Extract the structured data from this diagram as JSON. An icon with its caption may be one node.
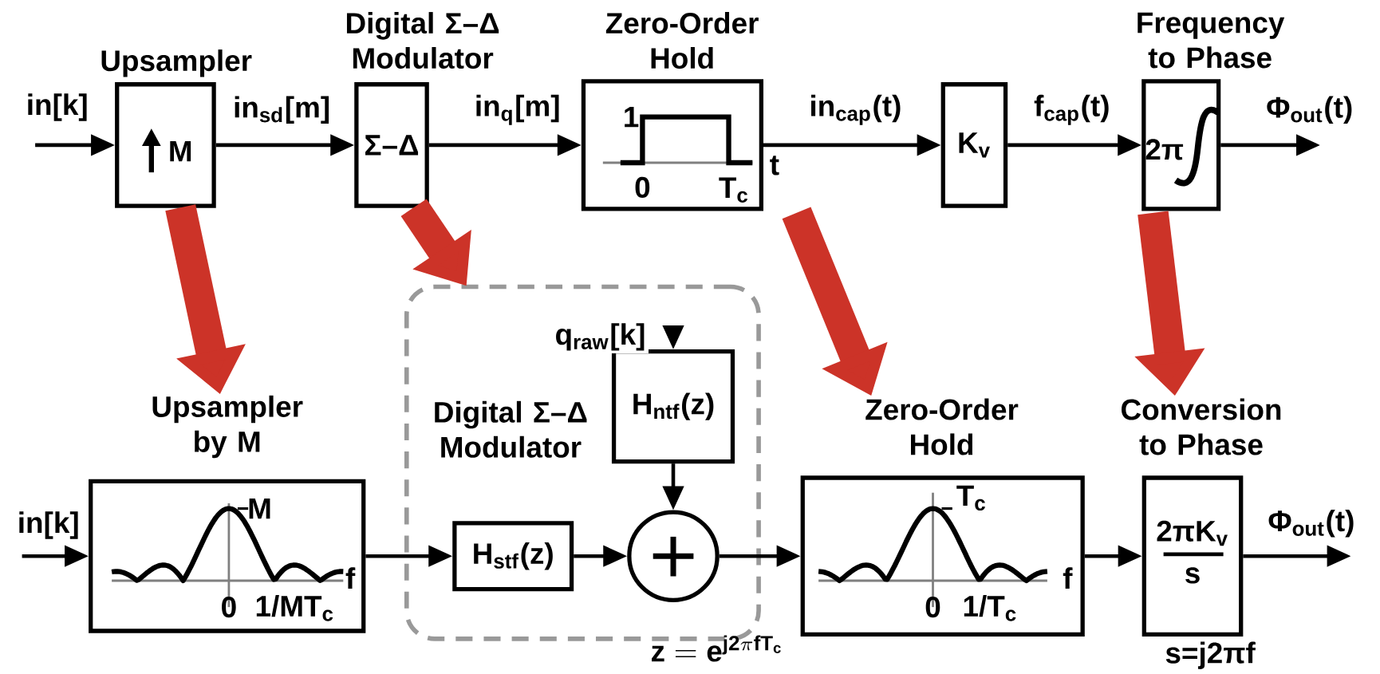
{
  "diagram": {
    "nodes": [
      {
        "text": [
          "Upsampler",
          "M"
        ]
      },
      {
        "text": [
          "Digital Σ–Δ Modulator",
          "Σ–Δ"
        ]
      },
      {
        "text": [
          "Zero-Order Hold",
          "1",
          "t",
          "0",
          "T$_{c}$"
        ]
      },
      {
        "text": [
          "K$_{v}$"
        ]
      },
      {
        "text": [
          "Frequency to Phase",
          "2π"
        ]
      },
      {
        "text": [
          "Upsampler by M",
          "M",
          "f",
          "0",
          "1/MT$_{c}$"
        ]
      },
      {
        "text": [
          "Digital Σ–Δ Modulator"
        ],
        "beside": [
          "\\mathbf{z=e^{j2\\pi fT_c}}"
        ]
      },
      {
        "text": [
          "H$_{ntf}$(z)"
        ],
        "in": 6
      },
      {
        "text": [
          "H$_{stf}$(z)"
        ],
        "in": 6
      },
      {
        "text": [],
        "shape": "circle",
        "in": 6
      },
      {
        "text": [
          "Zero-Order Hold",
          "T$_{c}$",
          "f",
          "0",
          "1/T$_{c}$"
        ]
      },
      {
        "text": [
          "Conversion to Phase",
          "2πK$_{v}$",
          "s"
        ],
        "beside": [
          "s=j2πf"
        ]
      }
    ],
    "edges": [
      {
        "from": null,
        "to": 0,
        "arrow": "to",
        "label": "in[k]"
      },
      {
        "from": 0,
        "to": 1,
        "arrow": "to",
        "label": "in$_{sd}$[m]"
      },
      {
        "from": 1,
        "to": 2,
        "arrow": "to",
        "label": "in$_{q}$[m]"
      },
      {
        "from": 2,
        "to": 3,
        "arrow": "to",
        "label": "in$_{cap}$(t)"
      },
      {
        "from": 3,
        "to": 4,
        "arrow": "to",
        "label": "f$_{cap}$(t)"
      },
      {
        "from": 4,
        "to": null,
        "arrow": "to",
        "label": "Φ$_{out}$(t)"
      },
      {
        "from": 0,
        "to": 5,
        "arrow": "to",
        "style": "thick",
        "color": "#cc3328"
      },
      {
        "from": 1,
        "to": 6,
        "arrow": "to",
        "style": "thick",
        "color": "#cc3328"
      },
      {
        "from": 2,
        "to": 10,
        "arrow": "to",
        "style": "thick",
        "color": "#cc3328"
      },
      {
        "from": 4,
        "to": 11,
        "arrow": "to",
        "style": "thick",
        "color": "#cc3328"
      },
      {
        "from": null,
        "to": 5,
        "arrow": "to",
        "label": "in[k]"
      },
      {
        "from": 5,
        "to": 8,
        "arrow": "to"
      },
      {
        "from": 8,
        "to": 9,
        "arrow": "to"
      },
      {
        "from": null,
        "to": 7,
        "arrow": "to",
        "label": "q$_{raw}$[k]"
      },
      {
        "from": 7,
        "to": 9,
        "arrow": "to"
      },
      {
        "from": 9,
        "to": 10,
        "arrow": "to"
      },
      {
        "from": 10,
        "to": 11,
        "arrow": "to"
      },
      {
        "from": 11,
        "to": null,
        "arrow": "to",
        "label": "Φ$_{out}$(t)"
      }
    ]
  }
}
